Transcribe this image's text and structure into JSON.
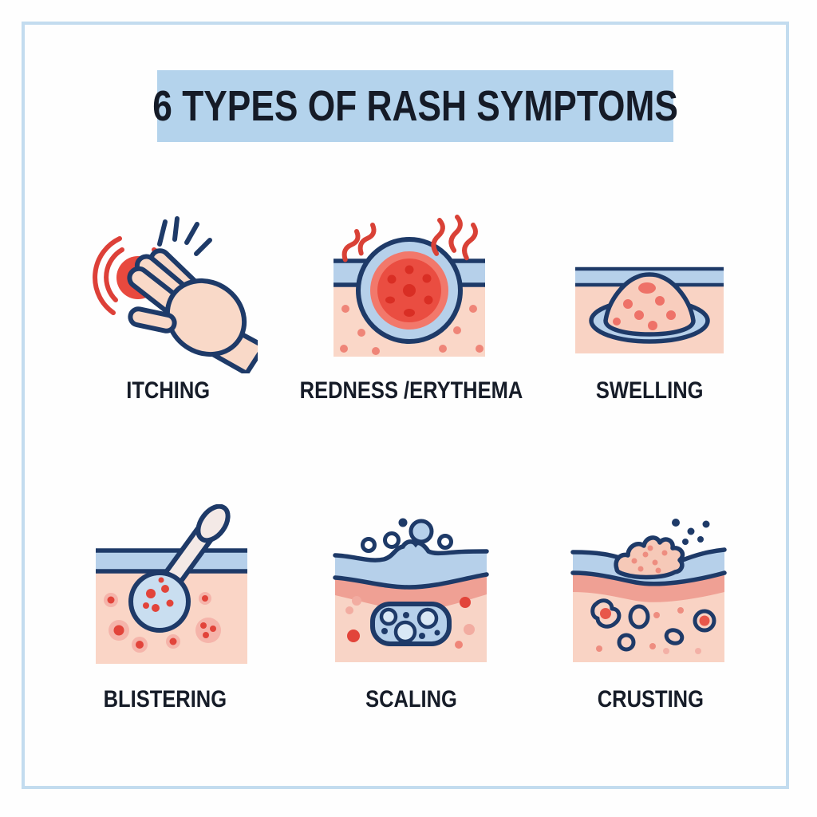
{
  "infographic": {
    "title": "6 TYPES OF RASH SYMPTOMS",
    "items": [
      {
        "label": "ITCHING",
        "icon": "itching-icon"
      },
      {
        "label": "REDNESS /ERYTHEMA",
        "icon": "redness-erythema-icon"
      },
      {
        "label": "SWELLING",
        "icon": "swelling-icon"
      },
      {
        "label": "BLISTERING",
        "icon": "blistering-icon"
      },
      {
        "label": "SCALING",
        "icon": "scaling-icon"
      },
      {
        "label": "CRUSTING",
        "icon": "crusting-icon"
      }
    ],
    "colors": {
      "banner_bg": "#b4d3ec",
      "frame_border": "#c3dcef",
      "outline_navy": "#1e3a68",
      "skin_pink": "#f9d5c7",
      "band_blue": "#b6d0ea",
      "salmon_layer": "#efa094",
      "accent_red": "#e2443a",
      "soft_red": "#ee7268",
      "title_text": "#151b27",
      "label_text": "#161c28"
    }
  }
}
